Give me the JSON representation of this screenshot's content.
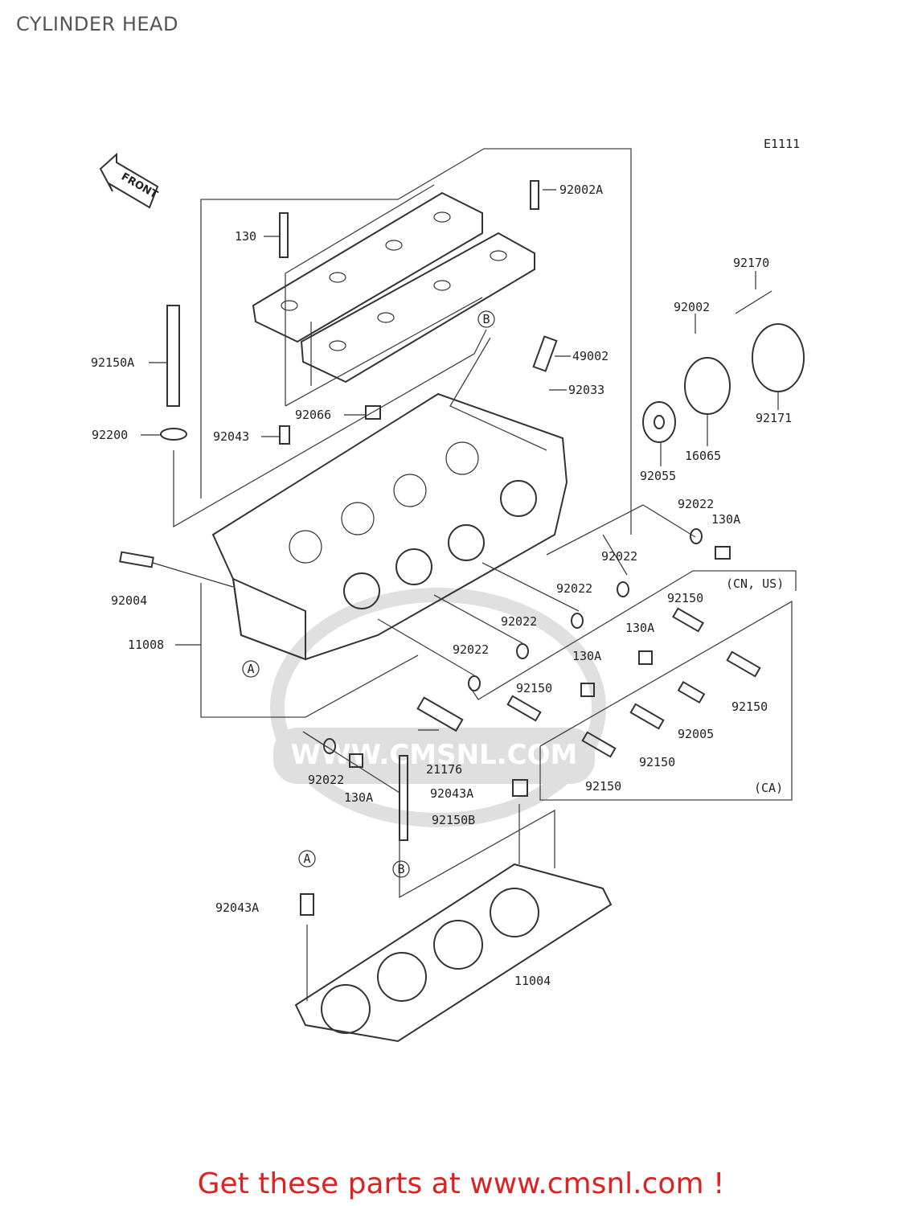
{
  "page_title": "CYLINDER HEAD",
  "diagram_code": "E1111",
  "front_marker": "FRONT",
  "variant_labels": {
    "cn_us": "(CN, US)",
    "ca": "(CA)"
  },
  "callouts": {
    "ref_a": "A",
    "ref_b": "B"
  },
  "part_numbers": {
    "p92002a": "92002A",
    "p130": "130",
    "p92150a": "92150A",
    "p92200": "92200",
    "p92043": "92043",
    "p92066": "92066",
    "p49002": "49002",
    "p92033": "92033",
    "p92170": "92170",
    "p92002": "92002",
    "p92171": "92171",
    "p16065": "16065",
    "p92055": "92055",
    "p92022_a": "92022",
    "p130a_a": "130A",
    "p92022_b": "92022",
    "p92022_c": "92022",
    "p92022_d": "92022",
    "p92022_e": "92022",
    "p92004": "92004",
    "p11008": "11008",
    "p92150_a": "92150",
    "p130a_b": "130A",
    "p130a_c": "130A",
    "p92150_b": "92150",
    "p92150_c": "92150",
    "p92005": "92005",
    "p92150_d": "92150",
    "p92150_e": "92150",
    "p21176": "21176",
    "p92022_f": "92022",
    "p130a_d": "130A",
    "p92043a_a": "92043A",
    "p92150b": "92150B",
    "p92043a_b": "92043A",
    "p11004": "11004"
  },
  "watermark": "WWW.CMSNL.COM",
  "promo_text": "Get these parts at www.cmsnl.com !",
  "colors": {
    "promo": "#dd2222",
    "title": "#555555",
    "lines": "#333333"
  }
}
